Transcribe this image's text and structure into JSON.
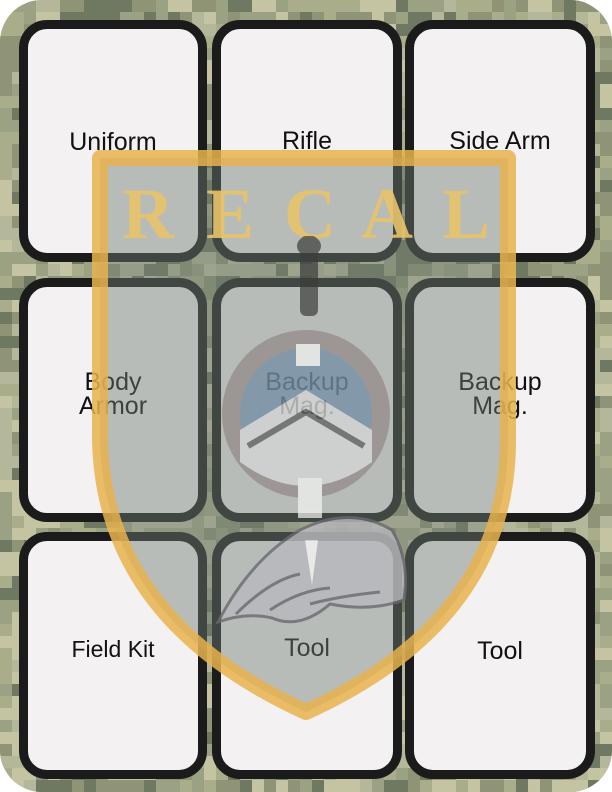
{
  "cells": [
    {
      "line1": "Uniform",
      "line2": ""
    },
    {
      "line1": "Rifle",
      "line2": ""
    },
    {
      "line1": "Side Arm",
      "line2": ""
    },
    {
      "line1": "Body",
      "line2": "Armor"
    },
    {
      "line1": "Backup",
      "line2": "Mag."
    },
    {
      "line1": "Backup",
      "line2": "Mag."
    },
    {
      "line1": "Field Kit",
      "line2": ""
    },
    {
      "line1": "Tool",
      "line2": ""
    },
    {
      "line1": "Tool",
      "line2": ""
    }
  ],
  "emblem": {
    "letters": [
      "R",
      "E",
      "C",
      "A",
      "L"
    ],
    "icon": "recal-shield-emblem"
  },
  "colors": {
    "camo_base": "#a9ad8a",
    "cell_background": "#f3f1f1",
    "cell_border": "#1b1b1b",
    "emblem_gold": "#e8b34e",
    "emblem_grey": "#7d8a83"
  }
}
